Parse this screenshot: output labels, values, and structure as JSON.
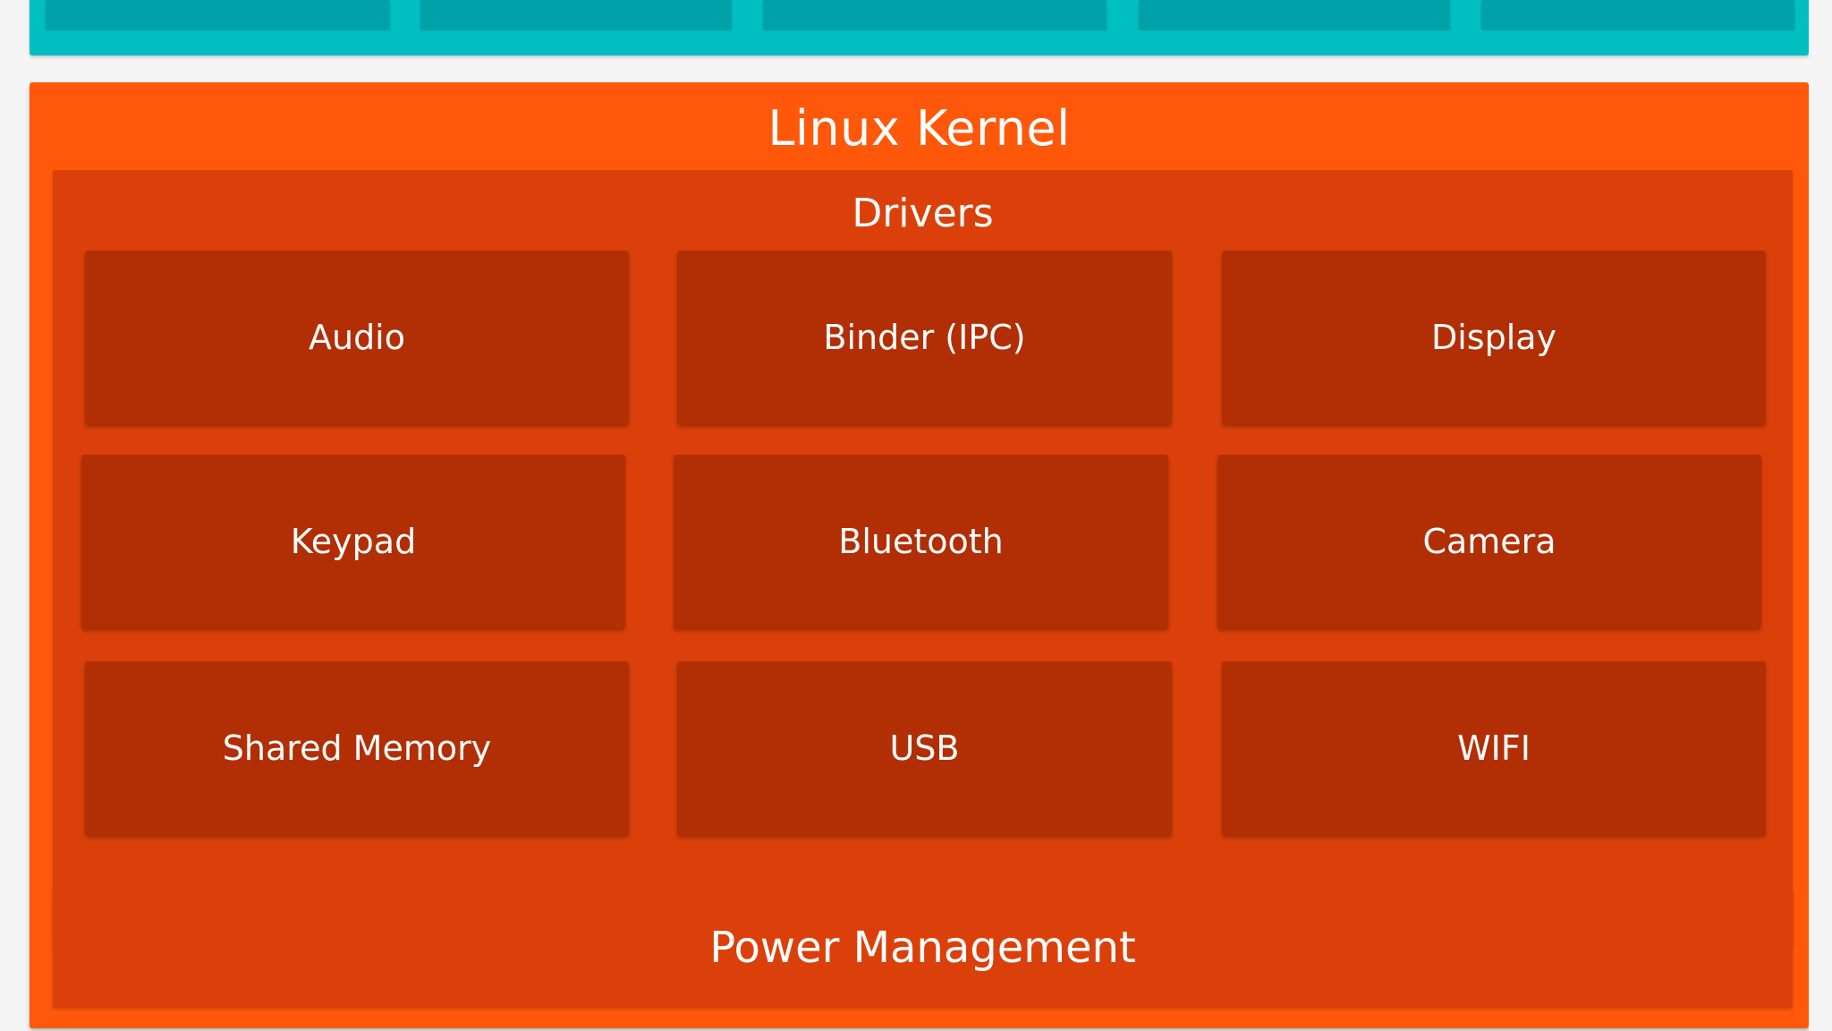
{
  "kernel": {
    "title": "Linux Kernel",
    "drivers": {
      "title": "Drivers",
      "items": [
        "Audio",
        "Binder (IPC)",
        "Display",
        "Keypad",
        "Bluetooth",
        "Camera",
        "Shared Memory",
        "USB",
        "WIFI"
      ]
    },
    "power_management": "Power Management"
  },
  "colors": {
    "top_layer": "#00bfc1",
    "top_layer_block": "#00a1a8",
    "kernel_layer": "#ff580a",
    "drivers_panel": "#db400a",
    "driver_cell": "#b22e04",
    "text": "#ffffff"
  }
}
